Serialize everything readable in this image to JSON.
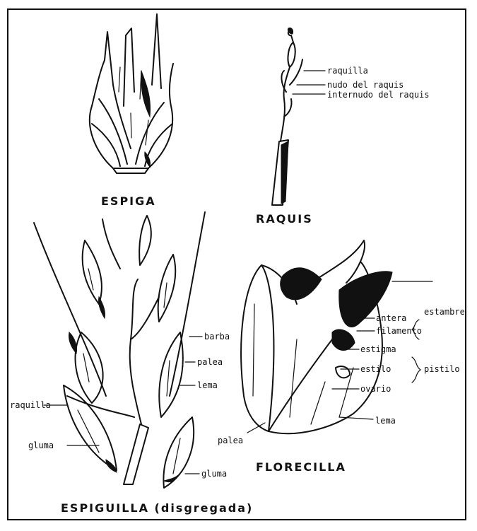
{
  "titles": {
    "espiga": "ESPIGA",
    "raquis": "RAQUIS",
    "espiguilla": "ESPIGUILLA (disgregada)",
    "florecilla": "FLORECILLA"
  },
  "raquis_labels": {
    "raquilla": "raquilla",
    "nudo": "nudo del raquis",
    "internudo": "internudo del raquis"
  },
  "espiguilla_labels": {
    "barba": "barba",
    "palea": "palea",
    "lema": "lema",
    "raquilla": "raquilla",
    "gluma_left": "gluma",
    "gluma_right": "gluma"
  },
  "florecilla_labels": {
    "antera": "antera",
    "estambre": "estambre",
    "filamento": "filamento",
    "estigma": "estigma",
    "estilo": "estilo",
    "pistilo": "pistilo",
    "ovario": "ovario",
    "lema": "lema",
    "palea": "palea"
  }
}
